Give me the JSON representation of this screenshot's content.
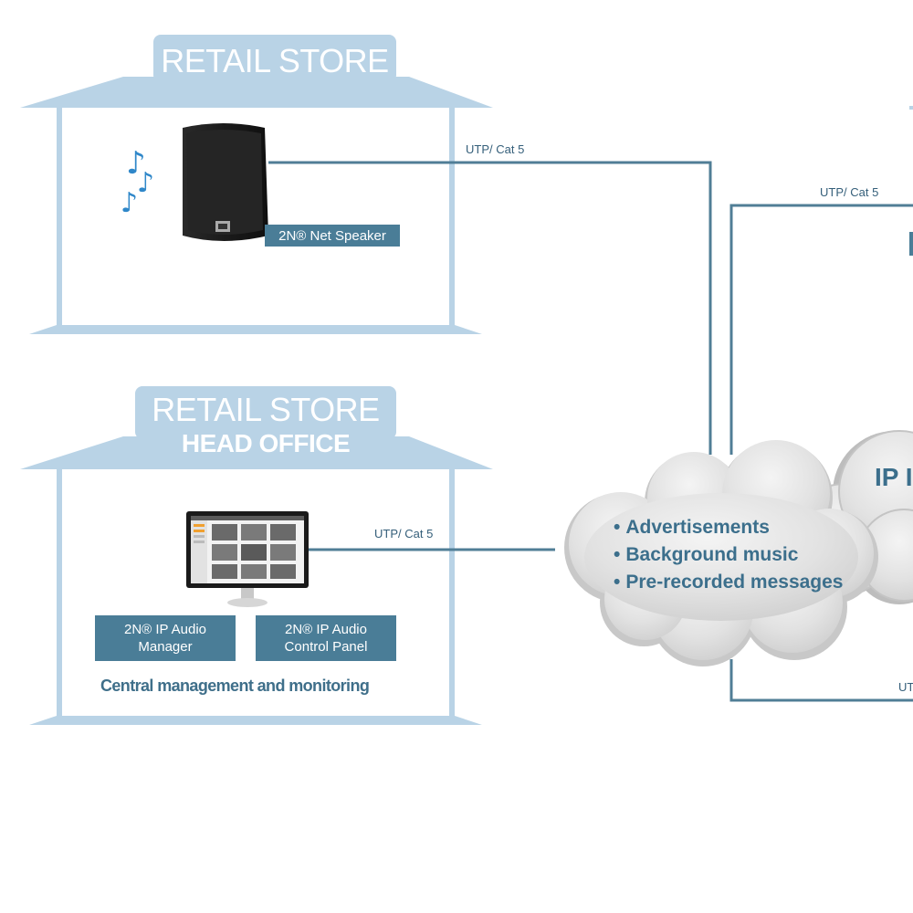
{
  "colors": {
    "house": "#b9d3e6",
    "label_box": "#4a7d97",
    "line": "#507e96",
    "text_dark": "#3c6f8c",
    "note": "#2f87c9"
  },
  "store1": {
    "title": "RETAIL STORE",
    "device_label": "2N® Net Speaker",
    "icons": [
      "music-note-icon",
      "speaker-icon"
    ]
  },
  "store2": {
    "title": "RETAIL STORE",
    "subtitle": "HEAD OFFICE",
    "label_left": "2N® IP Audio\nManager",
    "label_right": "2N® IP Audio\nControl Panel",
    "caption": "Central management and monitoring",
    "icons": [
      "monitor-icon"
    ]
  },
  "connections": {
    "store1_link": "UTP/ Cat 5",
    "right_top_link": "UTP/ Cat 5",
    "head_office_link": "UTP/ Cat 5",
    "right_bottom_link": "UT"
  },
  "cloud": {
    "items": [
      "Advertisements",
      "Background music",
      "Pre-recorded messages"
    ],
    "edge_text": "IP I"
  }
}
